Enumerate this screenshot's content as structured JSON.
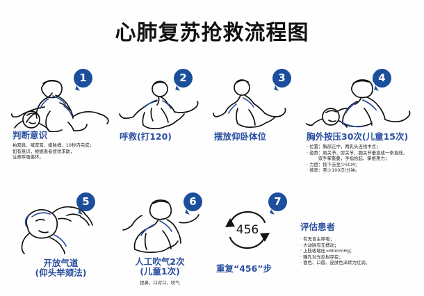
{
  "title": "心肺复苏抢救流程图",
  "colors": {
    "badge_blue": "#1b4f9c",
    "heading_blue": "#2b4fa0",
    "body_text": "#222222",
    "ink": "#111111",
    "background": "#ffffff"
  },
  "steps": [
    {
      "number": "1",
      "title": "判断意识",
      "body": [
        "拍双肩、喊双耳、摸脉搏，10秒内完成；",
        "如有意识，根据患者症状求助，",
        "注意呼吸循环。"
      ]
    },
    {
      "number": "2",
      "title": "呼救(打120)",
      "body": []
    },
    {
      "number": "3",
      "title": "摆放仰卧体位",
      "body": []
    },
    {
      "number": "4",
      "title": "胸外按压30次(儿童15次)",
      "body": [
        "· 位置：胸部正中，两乳头连线中点；",
        "· 姿势：肩关节、肘关节、腕关节垂直成一条直线，",
        "        双手掌重叠，手指抬起，掌根用力；",
        "· 力度：按下去至少5CM；",
        "· 频率：至少100次/分钟。"
      ]
    },
    {
      "number": "5",
      "title_line1": "开放气道",
      "title_line2": "(仰头举颏法)",
      "body": []
    },
    {
      "number": "6",
      "title_line1": "人工吹气2次",
      "title_line2": "(儿童1次)",
      "body": [
        "捏鼻，口对口，吹气"
      ]
    },
    {
      "number": "7",
      "title": "重复“456”步",
      "loop_number": "456"
    }
  ],
  "assessment": {
    "title": "评估患者",
    "items": [
      "· 有无自主呼吸；",
      "· 大动脉有无搏动；",
      "· 上肢收缩压>60mmHg；",
      "· 瞳孔对光反射存在；",
      "· 面色、口唇、皮肤色泽转为红润。"
    ]
  }
}
